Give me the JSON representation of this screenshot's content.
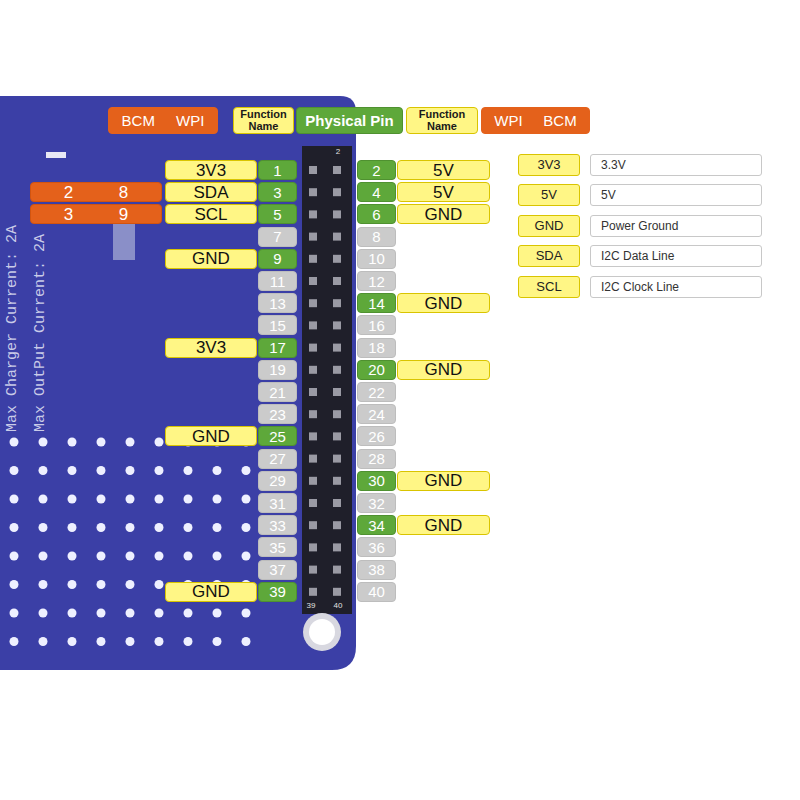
{
  "diagram": {
    "nodes": [
      {
        "text": [
          "BCM",
          "WPI"
        ]
      },
      {
        "text": [
          "Function Name"
        ]
      },
      {
        "text": [
          "Physical Pin"
        ]
      },
      {
        "text": [
          "Function Name"
        ]
      },
      {
        "text": [
          "WPI",
          "BCM"
        ]
      },
      {
        "text": [
          "3V3"
        ]
      },
      {
        "text": [
          "1"
        ]
      },
      {
        "text": [
          "2"
        ]
      },
      {
        "text": [
          "5V"
        ]
      },
      {
        "text": [
          "2",
          "8"
        ]
      },
      {
        "text": [
          "SDA"
        ]
      },
      {
        "text": [
          "3"
        ]
      },
      {
        "text": [
          "4"
        ]
      },
      {
        "text": [
          "5V"
        ]
      },
      {
        "text": [
          "3",
          "9"
        ]
      },
      {
        "text": [
          "SCL"
        ]
      },
      {
        "text": [
          "5"
        ]
      },
      {
        "text": [
          "6"
        ]
      },
      {
        "text": [
          "GND"
        ]
      },
      {
        "text": [
          "7"
        ]
      },
      {
        "text": [
          "8"
        ]
      },
      {
        "text": [
          "GND"
        ]
      },
      {
        "text": [
          "9"
        ]
      },
      {
        "text": [
          "10"
        ]
      },
      {
        "text": [
          "11"
        ]
      },
      {
        "text": [
          "12"
        ]
      },
      {
        "text": [
          "13"
        ]
      },
      {
        "text": [
          "14"
        ]
      },
      {
        "text": [
          "GND"
        ]
      },
      {
        "text": [
          "15"
        ]
      },
      {
        "text": [
          "16"
        ]
      },
      {
        "text": [
          "3V3"
        ]
      },
      {
        "text": [
          "17"
        ]
      },
      {
        "text": [
          "18"
        ]
      },
      {
        "text": [
          "19"
        ]
      },
      {
        "text": [
          "20"
        ]
      },
      {
        "text": [
          "GND"
        ]
      },
      {
        "text": [
          "21"
        ]
      },
      {
        "text": [
          "22"
        ]
      },
      {
        "text": [
          "23"
        ]
      },
      {
        "text": [
          "24"
        ]
      },
      {
        "text": [
          "GND"
        ]
      },
      {
        "text": [
          "25"
        ]
      },
      {
        "text": [
          "26"
        ]
      },
      {
        "text": [
          "27"
        ]
      },
      {
        "text": [
          "28"
        ]
      },
      {
        "text": [
          "29"
        ]
      },
      {
        "text": [
          "30"
        ]
      },
      {
        "text": [
          "GND"
        ]
      },
      {
        "text": [
          "31"
        ]
      },
      {
        "text": [
          "32"
        ]
      },
      {
        "text": [
          "33"
        ]
      },
      {
        "text": [
          "34"
        ]
      },
      {
        "text": [
          "GND"
        ]
      },
      {
        "text": [
          "35"
        ]
      },
      {
        "text": [
          "36"
        ]
      },
      {
        "text": [
          "37"
        ]
      },
      {
        "text": [
          "38"
        ]
      },
      {
        "text": [
          "GND"
        ]
      },
      {
        "text": [
          "39"
        ]
      },
      {
        "text": [
          "40"
        ]
      }
    ],
    "labels": [
      "Max Charger Current: 2A",
      "Max OutPut Current: 2A",
      "2",
      "39",
      "40",
      "3V3",
      "5V",
      "GND",
      "SDA",
      "SCL"
    ],
    "legend": [
      {
        "text": "3.3V",
        "color": "#fff685"
      },
      {
        "text": "5V",
        "color": "#fff685"
      },
      {
        "text": "Power Ground",
        "color": "#fff685"
      },
      {
        "text": "I2C Data Line",
        "color": "#fff685"
      },
      {
        "text": "I2C Clock Line",
        "color": "#fff685"
      }
    ]
  }
}
